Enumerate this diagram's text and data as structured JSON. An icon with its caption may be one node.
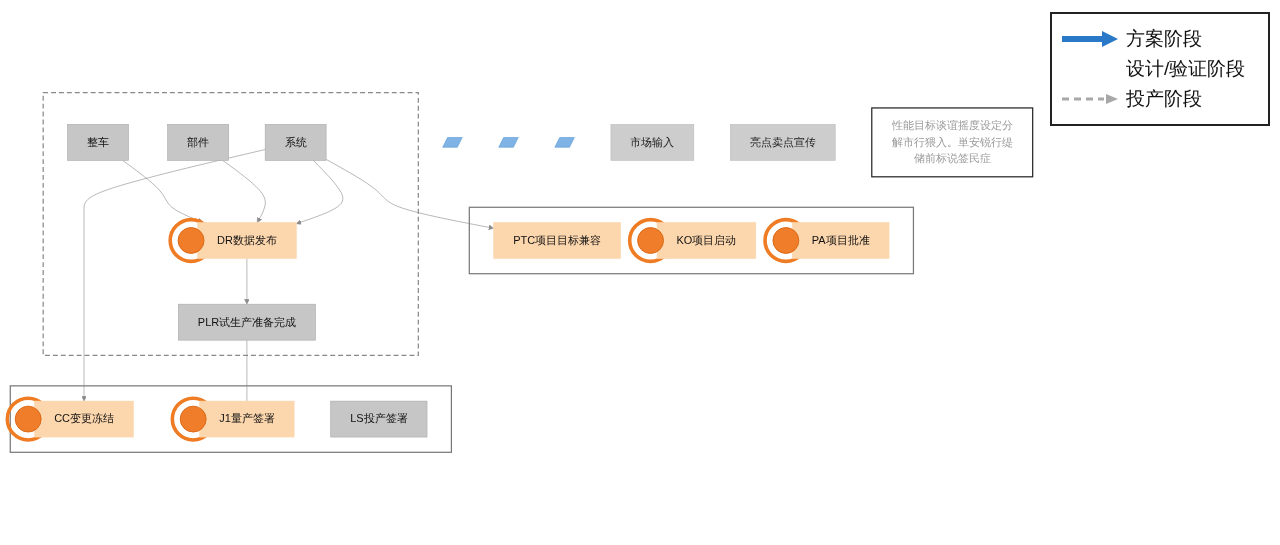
{
  "diagram": {
    "nodes": [
      {
        "text": [],
        "shape": "bar"
      },
      {
        "text": [],
        "shape": "bar"
      },
      {
        "text": [],
        "shape": "bar"
      },
      {
        "text": [
          "市场输入"
        ]
      },
      {
        "text": [],
        "shape": "box"
      },
      {
        "text": [
          "KO项目启动"
        ],
        "in": 4
      },
      {
        "text": [
          "PTC项目目标兼容"
        ],
        "in": 4
      },
      {
        "text": [
          "PA项目批准"
        ],
        "in": 4
      },
      {
        "text": [],
        "shape": "box"
      },
      {
        "text": [
          "整车"
        ],
        "in": 8
      },
      {
        "text": [
          "系统"
        ],
        "in": 8
      },
      {
        "text": [
          "部件"
        ],
        "in": 8
      },
      {
        "text": [
          "DR数据发布"
        ],
        "in": 8
      },
      {
        "text": [
          "PLR试生产准备完成"
        ],
        "in": 8
      },
      {
        "text": [],
        "shape": "box"
      },
      {
        "text": [
          "CC变更冻结"
        ],
        "in": 14
      },
      {
        "text": [
          "LS投产签署"
        ],
        "in": 14
      },
      {
        "text": [
          "J1量产签署"
        ],
        "in": 14
      },
      {
        "text": [
          "亮点卖点宣传"
        ]
      },
      {
        "text": [
          "性能目标谈谊摇度设定分解市行猥入。単安锐行缇储前标说签民症"
        ]
      }
    ],
    "edges": [
      {
        "from": 9,
        "to": 12,
        "arrow": "to"
      },
      {
        "from": 11,
        "to": 12,
        "arrow": "to"
      },
      {
        "from": 10,
        "to": 12,
        "arrow": "to"
      },
      {
        "from": 10,
        "to": 6,
        "arrow": "to"
      },
      {
        "from": 10,
        "to": 15,
        "arrow": "to"
      },
      {
        "from": 12,
        "to": 13,
        "arrow": "to"
      },
      {
        "from": 13,
        "to": 17,
        "arrow": "none"
      }
    ],
    "legend": [
      {
        "text": "方案阶段"
      },
      {
        "text": "设计/验证阶段"
      },
      {
        "text": "投产阶段"
      }
    ]
  }
}
